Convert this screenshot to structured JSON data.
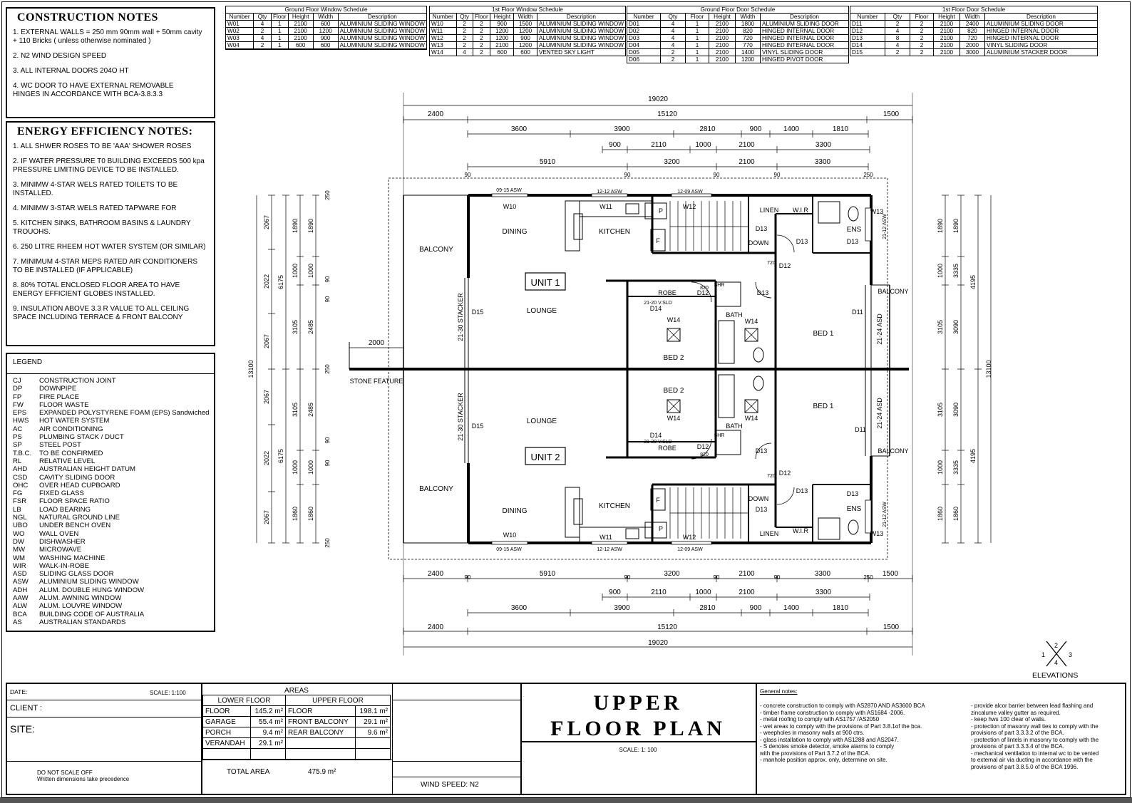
{
  "construction_notes": {
    "title": "CONSTRUCTION NOTES",
    "items": [
      "1. EXTERNAL WALLS = 250 mm 90mm wall + 50mm cavity + 110 Bricks ( unless otherwise nominated )",
      "2. N2 WIND DESIGN SPEED",
      "3. ALL INTERNAL DOORS 204O HT",
      "4. WC DOOR TO HAVE EXTERNAL REMOVABLE HINGES IN ACCORDANCE WITH BCA-3.8.3.3"
    ]
  },
  "energy_notes": {
    "title": "ENERGY EFFICIENCY NOTES:",
    "items": [
      "1. ALL SHWER ROSES TO BE 'AAA' SHOWER ROSES",
      "2. IF WATER PRESSURE T0 BUILDING EXCEEDS 500 kpa PRESSURE LIMITING DEVICE TO BE INSTALLED.",
      "3. MINIMW 4-STAR WELS RATED TOILETS TO BE INSTALLED.",
      "4. MINIMW 3-STAR WELS RATED TAPWARE FOR",
      "5. KITCHEN SINKS, BATHROOM BASINS & LAUNDRY TROUOHS.",
      "6. 250 LITRE RHEEM HOT WATER SYSTEM (OR SIMILAR)",
      "7. MINIMUM 4-STAR MEPS RATED AIR CONDITIONERS TO BE INSTALLED (IF APPLICABLE)",
      "8. 80% TOTAL ENCLOSED FLOOR AREA TO HAVE ENERGY EFFICIENT GLOBES INSTALLED.",
      "9. INSULATION ABOVE 3.3 R VALUE TO ALL CEILING SPACE INCLUDING TERRACE & FRONT BALCONY"
    ]
  },
  "legend": {
    "title": "LEGEND",
    "items": [
      [
        "CJ",
        "CONSTRUCTION JOINT"
      ],
      [
        "DP",
        "DOWNPIPE"
      ],
      [
        "FP",
        "FIRE PLACE"
      ],
      [
        "FW",
        "FLOOR WASTE"
      ],
      [
        "EPS",
        "EXPANDED POLYSTYRENE FOAM (EPS) Sandwiched"
      ],
      [
        "HWS",
        "HOT WATER SYSTEM"
      ],
      [
        "AC",
        "AIR CONDITIONING"
      ],
      [
        "PS",
        "PLUMBING STACK / DUCT"
      ],
      [
        "SP",
        "STEEL POST"
      ],
      [
        "T.B.C.",
        "TO BE CONFIRMED"
      ],
      [
        "RL",
        "RELATIVE LEVEL"
      ],
      [
        "AHD",
        "AUSTRALIAN HEIGHT DATUM"
      ],
      [
        "CSD",
        "CAVITY SLIDING DOOR"
      ],
      [
        "OHC",
        "OVER HEAD CUPBOARD"
      ],
      [
        "FG",
        "FIXED GLASS"
      ],
      [
        "FSR",
        "FLOOR SPACE RATIO"
      ],
      [
        "LB",
        "LOAD BEARING"
      ],
      [
        "NGL",
        "NATURAL GROUND LINE"
      ],
      [
        "UBO",
        "UNDER BENCH OVEN"
      ],
      [
        "WO",
        "WALL OVEN"
      ],
      [
        "DW",
        "DISHWASHER"
      ],
      [
        "MW",
        "MICROWAVE"
      ],
      [
        "WM",
        "WASHING MACHINE"
      ],
      [
        "WIR",
        "WALK-IN-ROBE"
      ],
      [
        "ASD",
        "SLIDING GLASS DOOR"
      ],
      [
        "ASW",
        "ALUMINIUM SLIDING WINDOW"
      ],
      [
        "ADH",
        "ALUM. DOUBLE HUNG WINDOW"
      ],
      [
        "AAW",
        "ALUM. AWNING WINDOW"
      ],
      [
        "ALW",
        "ALUM. LOUVRE WINDOW"
      ],
      [
        "BCA",
        "BUILDING CODE OF AUSTRALIA"
      ],
      [
        "AS",
        "AUSTRALIAN STANDARDS"
      ]
    ]
  },
  "schedules": {
    "gf_window": {
      "title": "Ground Floor Window Schedule",
      "headers": [
        "Number",
        "Qty",
        "Floor",
        "Height",
        "Width",
        "Description"
      ],
      "rows": [
        [
          "W01",
          "4",
          "1",
          "2100",
          "600",
          "ALUMINIUM SLIDING WINDOW"
        ],
        [
          "W02",
          "2",
          "1",
          "2100",
          "1200",
          "ALUMINIUM SLIDING WINDOW"
        ],
        [
          "W03",
          "4",
          "1",
          "2100",
          "900",
          "ALUMINIUM SLIDING WINDOW"
        ],
        [
          "W04",
          "2",
          "1",
          "600",
          "600",
          "ALUMINIUM SLIDING WINDOW"
        ],
        [
          "",
          "",
          "",
          "",
          "",
          ""
        ]
      ]
    },
    "ff_window": {
      "title": "1st Floor Window Schedule",
      "headers": [
        "Number",
        "Qty",
        "Floor",
        "Height",
        "Width",
        "Description"
      ],
      "rows": [
        [
          "W10",
          "2",
          "2",
          "900",
          "1500",
          "ALUMINIUM SLIDING WINDOW"
        ],
        [
          "W11",
          "2",
          "2",
          "1200",
          "1200",
          "ALUMINIUM SLIDING WINDOW"
        ],
        [
          "W12",
          "2",
          "2",
          "1200",
          "900",
          "ALUMINIUM SLIDING WINDOW"
        ],
        [
          "W13",
          "2",
          "2",
          "2100",
          "1200",
          "ALUMINIUM SLIDING WINDOW"
        ],
        [
          "W14",
          "4",
          "2",
          "600",
          "600",
          "VENTED SKY LIGHT"
        ]
      ]
    },
    "gf_door": {
      "title": "Ground Floor Door Schedule",
      "headers": [
        "Number",
        "Qty",
        "Floor",
        "Height",
        "Width",
        "Description"
      ],
      "rows": [
        [
          "D01",
          "4",
          "1",
          "2100",
          "1800",
          "ALUMINIUM SLIDING DOOR"
        ],
        [
          "D02",
          "4",
          "1",
          "2100",
          "820",
          "HINGED INTERNAL DOOR"
        ],
        [
          "D03",
          "4",
          "1",
          "2100",
          "720",
          "HINGED INTERNAL DOOR"
        ],
        [
          "D04",
          "4",
          "1",
          "2100",
          "770",
          "HINGED INTERNAL DOOR"
        ],
        [
          "D05",
          "2",
          "1",
          "2100",
          "1400",
          "VINYL SLIDING DOOR"
        ],
        [
          "D06",
          "2",
          "1",
          "2100",
          "1200",
          "HINGED PIVOT DOOR"
        ]
      ]
    },
    "ff_door": {
      "title": "1st Floor Door Schedule",
      "headers": [
        "Number",
        "Qty",
        "Floor",
        "Height",
        "Width",
        "Description"
      ],
      "rows": [
        [
          "D11",
          "2",
          "2",
          "2100",
          "2400",
          "ALUMINIUM SLIDING DOOR"
        ],
        [
          "D12",
          "4",
          "2",
          "2100",
          "820",
          "HINGED INTERNAL DOOR"
        ],
        [
          "D13",
          "8",
          "2",
          "2100",
          "720",
          "HINGED INTERNAL DOOR"
        ],
        [
          "D14",
          "4",
          "2",
          "2100",
          "2000",
          "VINYL SLIDING DOOR"
        ],
        [
          "D15",
          "2",
          "2",
          "2100",
          "3000",
          "ALUMINIUM STACKER DOOR"
        ]
      ]
    }
  },
  "plan": {
    "rooms": {
      "balcony_front": "BALCONY",
      "dining": "DINING",
      "kitchen": "KITCHEN",
      "lounge": "LOUNGE",
      "bed1": "BED 1",
      "bed2": "BED 2",
      "bath": "BATH",
      "ens": "ENS",
      "robe": "ROBE",
      "wir": "W.I.R",
      "linen": "LINEN",
      "down": "DOWN",
      "balcony_rear": "BALCONY",
      "unit1": "UNIT 1",
      "unit2": "UNIT 2",
      "stone_feature": "STONE FEATURE",
      "pantry": "P",
      "fridge": "F",
      "shr": "SHR"
    },
    "tags": {
      "w10": "W10",
      "w11": "W11",
      "w12": "W12",
      "w13": "W13",
      "w14": "W14",
      "d11": "D11",
      "d12": "D12",
      "d13": "D13",
      "d14": "D14",
      "d15": "D15",
      "asw_0915": "09-15 ASW",
      "asw_1212": "12-12 ASW",
      "asw_1209": "12-09 ASW",
      "asw_2112": "21-12 ASW",
      "stacker": "21-30 STACKER",
      "asd": "21-24 ASD",
      "vsld": "21-20 V.SLD",
      "d720": "720",
      "d820": "820"
    },
    "dims": {
      "overall_w": "19020",
      "mid_w": "15120",
      "left_off": "2400",
      "right_off": "1500",
      "row3": [
        "3600",
        "3900",
        "2810",
        "900",
        "1400",
        "1810"
      ],
      "row4": [
        "900",
        "2110",
        "1000",
        "2100",
        "3300"
      ],
      "row5": [
        "5910",
        "3200",
        "2100",
        "3300"
      ],
      "row5_walls": [
        "90",
        "90",
        "90",
        "90",
        "250"
      ],
      "left_v": [
        "2067",
        "2022",
        "2067",
        "2067",
        "2022",
        "2067"
      ],
      "left_v2": [
        "6175",
        "6175"
      ],
      "left_v3": [
        "1890",
        "1000",
        "3105",
        "3105",
        "1000",
        "1860"
      ],
      "left_v4": [
        "1890",
        "1000",
        "2485",
        "2485",
        "1000",
        "1860"
      ],
      "left_small": [
        "250",
        "90",
        "90",
        "250",
        "90",
        "90",
        "250"
      ],
      "overall_h": "13100",
      "right_v": [
        "1890",
        "1000",
        "3105",
        "3105",
        "1000",
        "1860"
      ],
      "right_v2": [
        "1890",
        "3335",
        "3090",
        "3090",
        "3335",
        "1860"
      ],
      "right_v3": [
        "4195",
        "4195"
      ],
      "stone_dim": "2000",
      "bottom_row1": [
        "2400",
        "5910",
        "3200",
        "2100",
        "3300",
        "1500"
      ],
      "bottom_walls": [
        "90",
        "90",
        "90",
        "90",
        "250"
      ],
      "bottom_row2": [
        "900",
        "2110",
        "1000",
        "2100",
        "3300"
      ],
      "bottom_row3": [
        "3600",
        "3900",
        "2810",
        "900",
        "1400",
        "1810"
      ],
      "bottom_row4_l": "2400",
      "bottom_row4_m": "15120",
      "bottom_row4_r": "1500",
      "bottom_overall": "19020"
    },
    "elevations_label": "ELEVATIONS",
    "elev_nums": [
      "1",
      "2",
      "3",
      "4"
    ]
  },
  "title_block": {
    "date_label": "DATE:",
    "scale_label": "SCALE: 1:100",
    "client_label": "CLIENT :",
    "site_label": "SITE:",
    "do_not_scale": "DO NOT SCALE OFF",
    "written_dims": "Written dimensions take precedence",
    "areas_title": "AREAS",
    "lower_floor": "LOWER FLOOR",
    "upper_floor": "UPPER FLOOR",
    "areas_rows": [
      [
        "FLOOR",
        "145.2 m²",
        "FLOOR",
        "198.1 m²"
      ],
      [
        "GARAGE",
        "55.4 m²",
        "FRONT BALCONY",
        "29.1 m²"
      ],
      [
        "PORCH",
        "9.4 m²",
        "REAR BALCONY",
        "9.6 m²"
      ],
      [
        "VERANDAH",
        "29.1 m²",
        "",
        ""
      ],
      [
        "",
        "",
        "",
        ""
      ]
    ],
    "total_area_label": "TOTAL AREA",
    "total_area_value": "475.9 m²",
    "wind_speed": "WIND SPEED:  N2",
    "plan_title_1": "UPPER",
    "plan_title_2": "FLOOR PLAN",
    "plan_scale": "SCALE: 1: 100",
    "general_notes_title": "General notes:",
    "general_notes_left": [
      "- concrete construction to comply with AS2870 AND AS3600 BCA",
      "- timber frame construction to comply with AS1684 -2006.",
      "- metal roofing to comply with AS1757 /AS2050",
      "- wet areas to comply with the provisions of  Part 3.8.1of the bca.",
      "- weepholes in masonry walls at 900 ctrs.",
      "- glass installation to comply with AS1288 and AS2047.",
      "-  S  denotes smoke detector, smoke alarms to comply",
      "   with the provisions of Part 3.7.2 of the BCA.",
      "- manhole position approx. only, determine on site."
    ],
    "general_notes_right": [
      "- provide alcor barrier between lead flashing and",
      "  zincalume valley gutter as required.",
      "- keep hws 100 clear of walls.",
      "- protection of masonry wall ties to comply with the",
      "  provisions of part 3.3.3.2 of the BCA.",
      "- protection of lintels in masonry to comply with the",
      "  provisions of part 3.3.3.4 of the BCA.",
      "- mechanical ventilation to internal wc to be vented",
      "  to external air via ducting in accordance with the",
      "  provisions of part 3.8.5.0 of the BCA 1996."
    ]
  }
}
